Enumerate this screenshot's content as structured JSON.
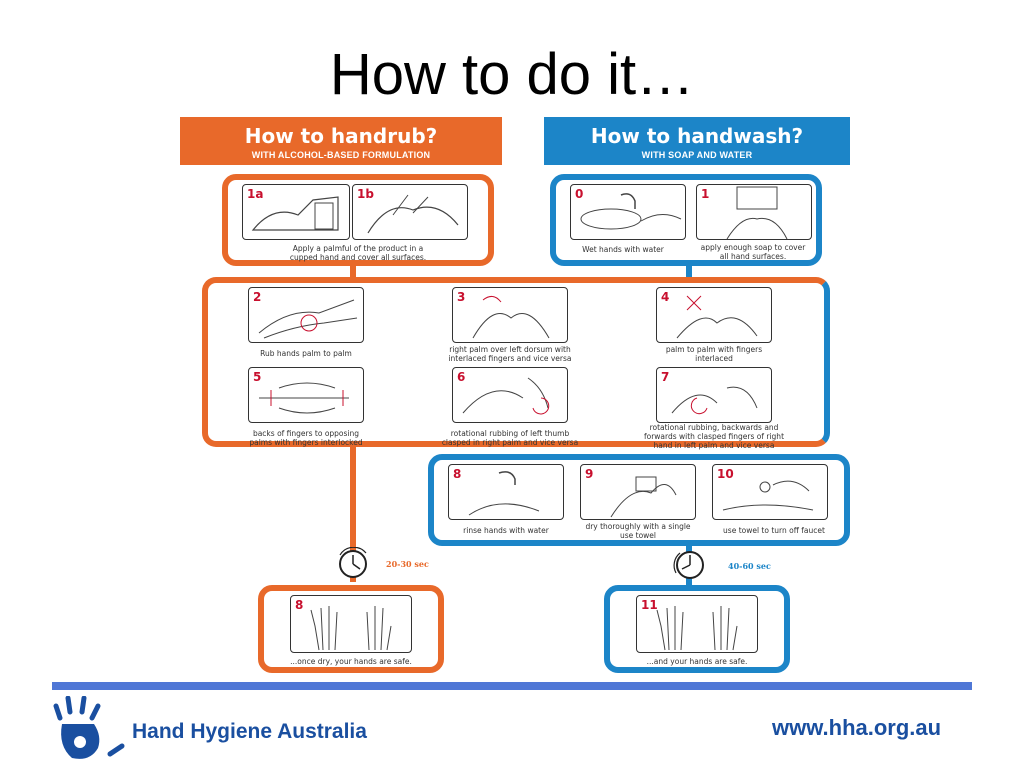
{
  "slide": {
    "title": "How to do it…"
  },
  "handrub": {
    "title": "How to handrub?",
    "subtitle": "WITH ALCOHOL-BASED FORMULATION",
    "step1": {
      "num_a": "1a",
      "num_b": "1b",
      "caption": "Apply a palmful of the product in a cupped hand and cover all surfaces."
    },
    "timer": "20-30 sec",
    "final": {
      "num": "8",
      "caption": "...once dry, your hands are safe."
    }
  },
  "handwash": {
    "title": "How to handwash?",
    "subtitle": "WITH SOAP AND WATER",
    "step0": {
      "num": "0",
      "caption": "Wet hands with water"
    },
    "step1": {
      "num": "1",
      "caption": "apply enough soap to cover all hand surfaces."
    },
    "rinse": [
      {
        "num": "8",
        "caption": "rinse hands with water"
      },
      {
        "num": "9",
        "caption": "dry thoroughly with a single use towel"
      },
      {
        "num": "10",
        "caption": "use towel to turn off faucet"
      }
    ],
    "timer": "40-60 sec",
    "final": {
      "num": "11",
      "caption": "...and your hands are safe."
    }
  },
  "common_steps": [
    {
      "num": "2",
      "caption": "Rub hands palm to palm"
    },
    {
      "num": "3",
      "caption": "right palm over left dorsum with interlaced fingers and vice versa"
    },
    {
      "num": "4",
      "caption": "palm to palm with fingers interlaced"
    },
    {
      "num": "5",
      "caption": "backs of fingers to opposing palms with fingers interlocked"
    },
    {
      "num": "6",
      "caption": "rotational rubbing of left thumb clasped in right palm and vice versa"
    },
    {
      "num": "7",
      "caption": "rotational rubbing, backwards and forwards with clasped fingers of right hand in left palm and vice versa"
    }
  ],
  "footer": {
    "brand": "Hand Hygiene Australia",
    "url": "www.hha.org.au"
  },
  "colors": {
    "orange": "#e8692a",
    "blue": "#1c85c8",
    "footer_bar": "#4f77d6",
    "brand_text": "#1a4fa0",
    "step_number": "#c8102e"
  },
  "icons": [
    "hands-icon",
    "soap-dispenser-icon",
    "faucet-icon",
    "timer-icon",
    "hand-logo-icon"
  ]
}
